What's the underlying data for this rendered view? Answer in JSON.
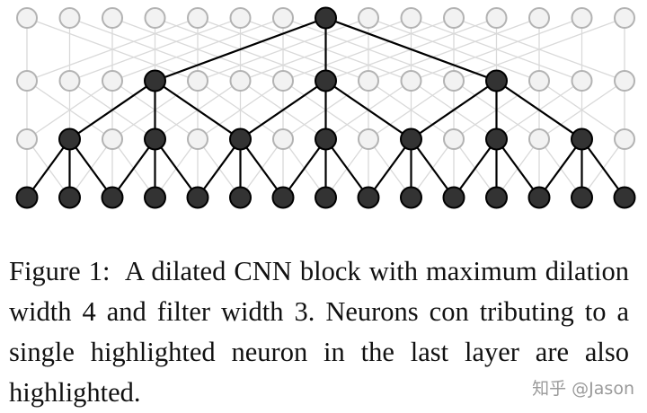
{
  "figure": {
    "layers": [
      {
        "count": 15,
        "highlighted": [
          7
        ]
      },
      {
        "count": 15,
        "highlighted": [
          3,
          7,
          11
        ]
      },
      {
        "count": 15,
        "highlighted": [
          1,
          3,
          5,
          7,
          9,
          11,
          13
        ]
      },
      {
        "count": 15,
        "highlighted": [
          0,
          1,
          2,
          3,
          4,
          5,
          6,
          7,
          8,
          9,
          10,
          11,
          12,
          13,
          14
        ]
      }
    ],
    "dilations": [
      4,
      2,
      1
    ],
    "filter_width": 3,
    "colors": {
      "active_fill": "#333333",
      "active_stroke": "#000000",
      "active_edge": "#000000",
      "inactive_fill": "#f2f2f2",
      "inactive_stroke": "#b3b3b3",
      "inactive_edge": "#d9d9d9"
    }
  },
  "caption": {
    "text": "Figure 1:  A dilated CNN block with maximum dilation width 4 and filter width 3. Neurons con­ tributing to a single highlighted neuron in the last layer are also highlighted."
  },
  "watermark": {
    "text": "知乎 @Jason"
  }
}
